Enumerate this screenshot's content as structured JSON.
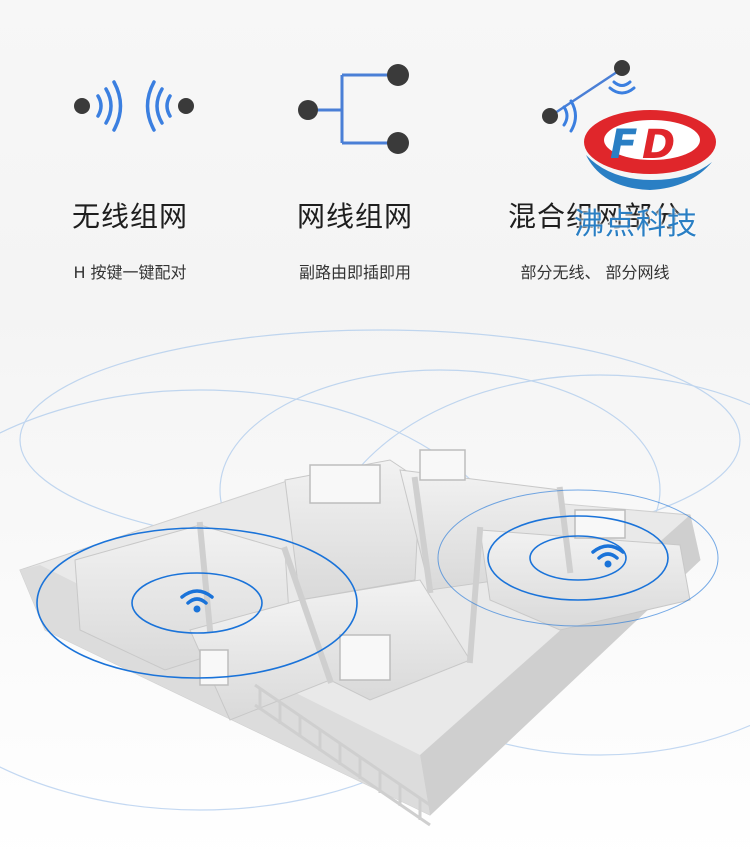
{
  "features": [
    {
      "title": "无线组网",
      "subtitle": "H 按键一键配对",
      "icon": "wireless-pairing-icon"
    },
    {
      "title": "网线组网",
      "subtitle": "副路由即插即用",
      "icon": "wired-network-icon"
    },
    {
      "title": "混合组网部分",
      "subtitle": "部分无线、 部分网线",
      "icon": "hybrid-network-icon"
    }
  ],
  "watermark": {
    "text": "沸点科技",
    "mark": "FD",
    "colors": {
      "red": "#e0262b",
      "blue": "#2a7fc4"
    }
  },
  "colors": {
    "accent": "#1a73d9",
    "dot": "#3a3a3a",
    "line": "#4a7fd6"
  },
  "scene": {
    "icons": [
      "wifi-icon-left",
      "wifi-icon-right"
    ]
  }
}
